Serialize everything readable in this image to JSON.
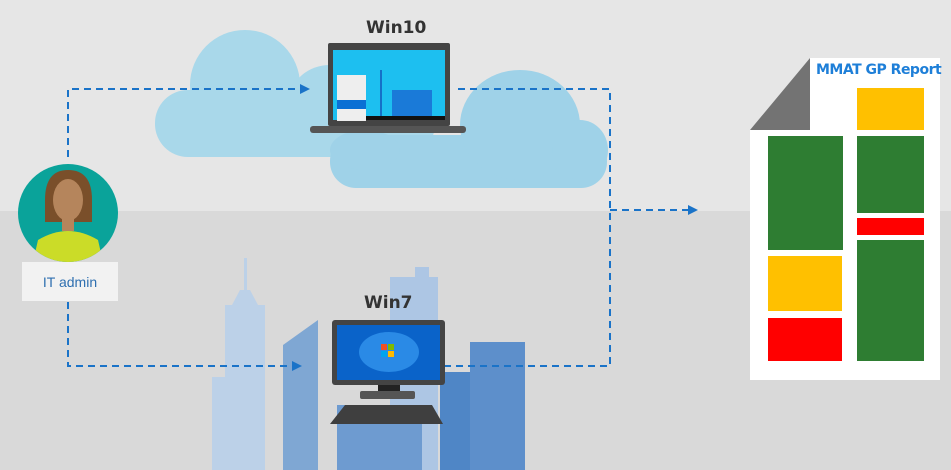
{
  "nodes": {
    "win10_label": "Win10",
    "win7_label": "Win7",
    "admin_label": "IT admin",
    "report_title": "MMAT GP Report"
  },
  "colors": {
    "arrow": "#1a73c8",
    "cloud": "#a9d8ea",
    "green": "#2e7d32",
    "yellow": "#ffc000",
    "red": "#ff0000"
  }
}
